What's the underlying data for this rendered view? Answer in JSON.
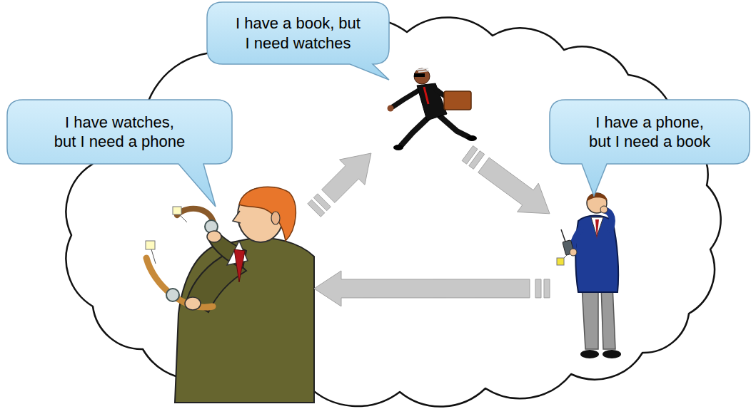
{
  "diagram": {
    "nodes": [
      {
        "text": [
          "I have a book, but I need watches"
        ]
      },
      {
        "text": [
          "I have watches, but I need a phone"
        ]
      },
      {
        "text": [
          "I have a phone, but I need a book"
        ]
      }
    ],
    "edges": [
      {
        "from": 1,
        "to": 0,
        "arrow": "to"
      },
      {
        "from": 0,
        "to": 2,
        "arrow": "to"
      },
      {
        "from": 2,
        "to": 1,
        "arrow": "to"
      }
    ]
  }
}
